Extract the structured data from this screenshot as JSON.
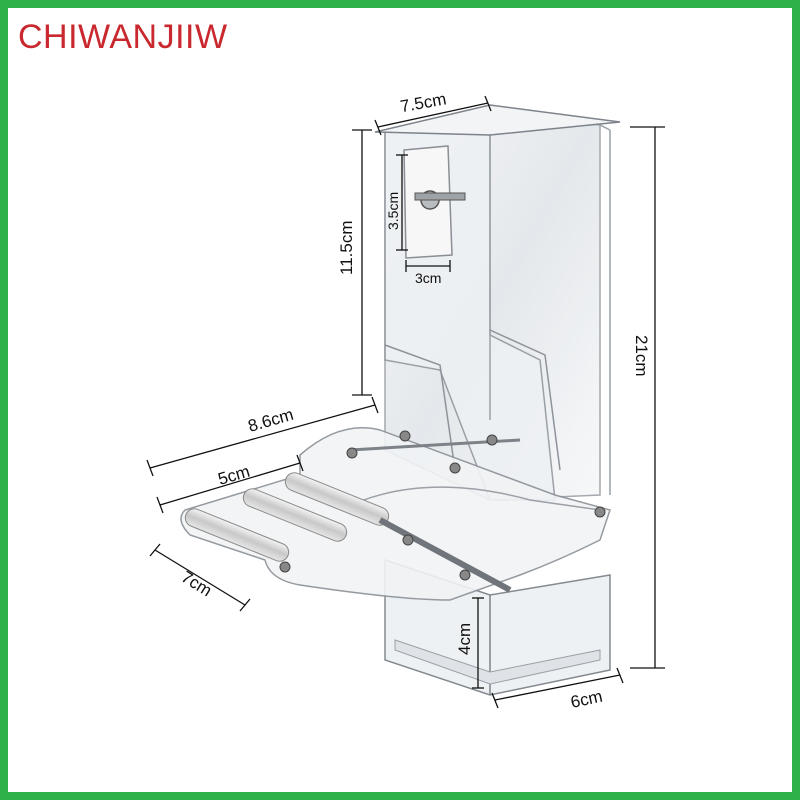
{
  "brand": {
    "name": "CHIWANJIIW",
    "color": "#c8282e",
    "border_color": "#2fb14a"
  },
  "dimensions": {
    "top_width": "7.5cm",
    "left_height": "11.5cm",
    "total_height": "21cm",
    "plate_height": "3.5cm",
    "plate_width": "3cm",
    "perch_span": "8.6cm",
    "perch_gap": "5cm",
    "perch_depth": "7cm",
    "tray_height": "4cm",
    "tray_depth": "6cm"
  },
  "product": {
    "icon": "acrylic-bird-feeder-icon"
  }
}
